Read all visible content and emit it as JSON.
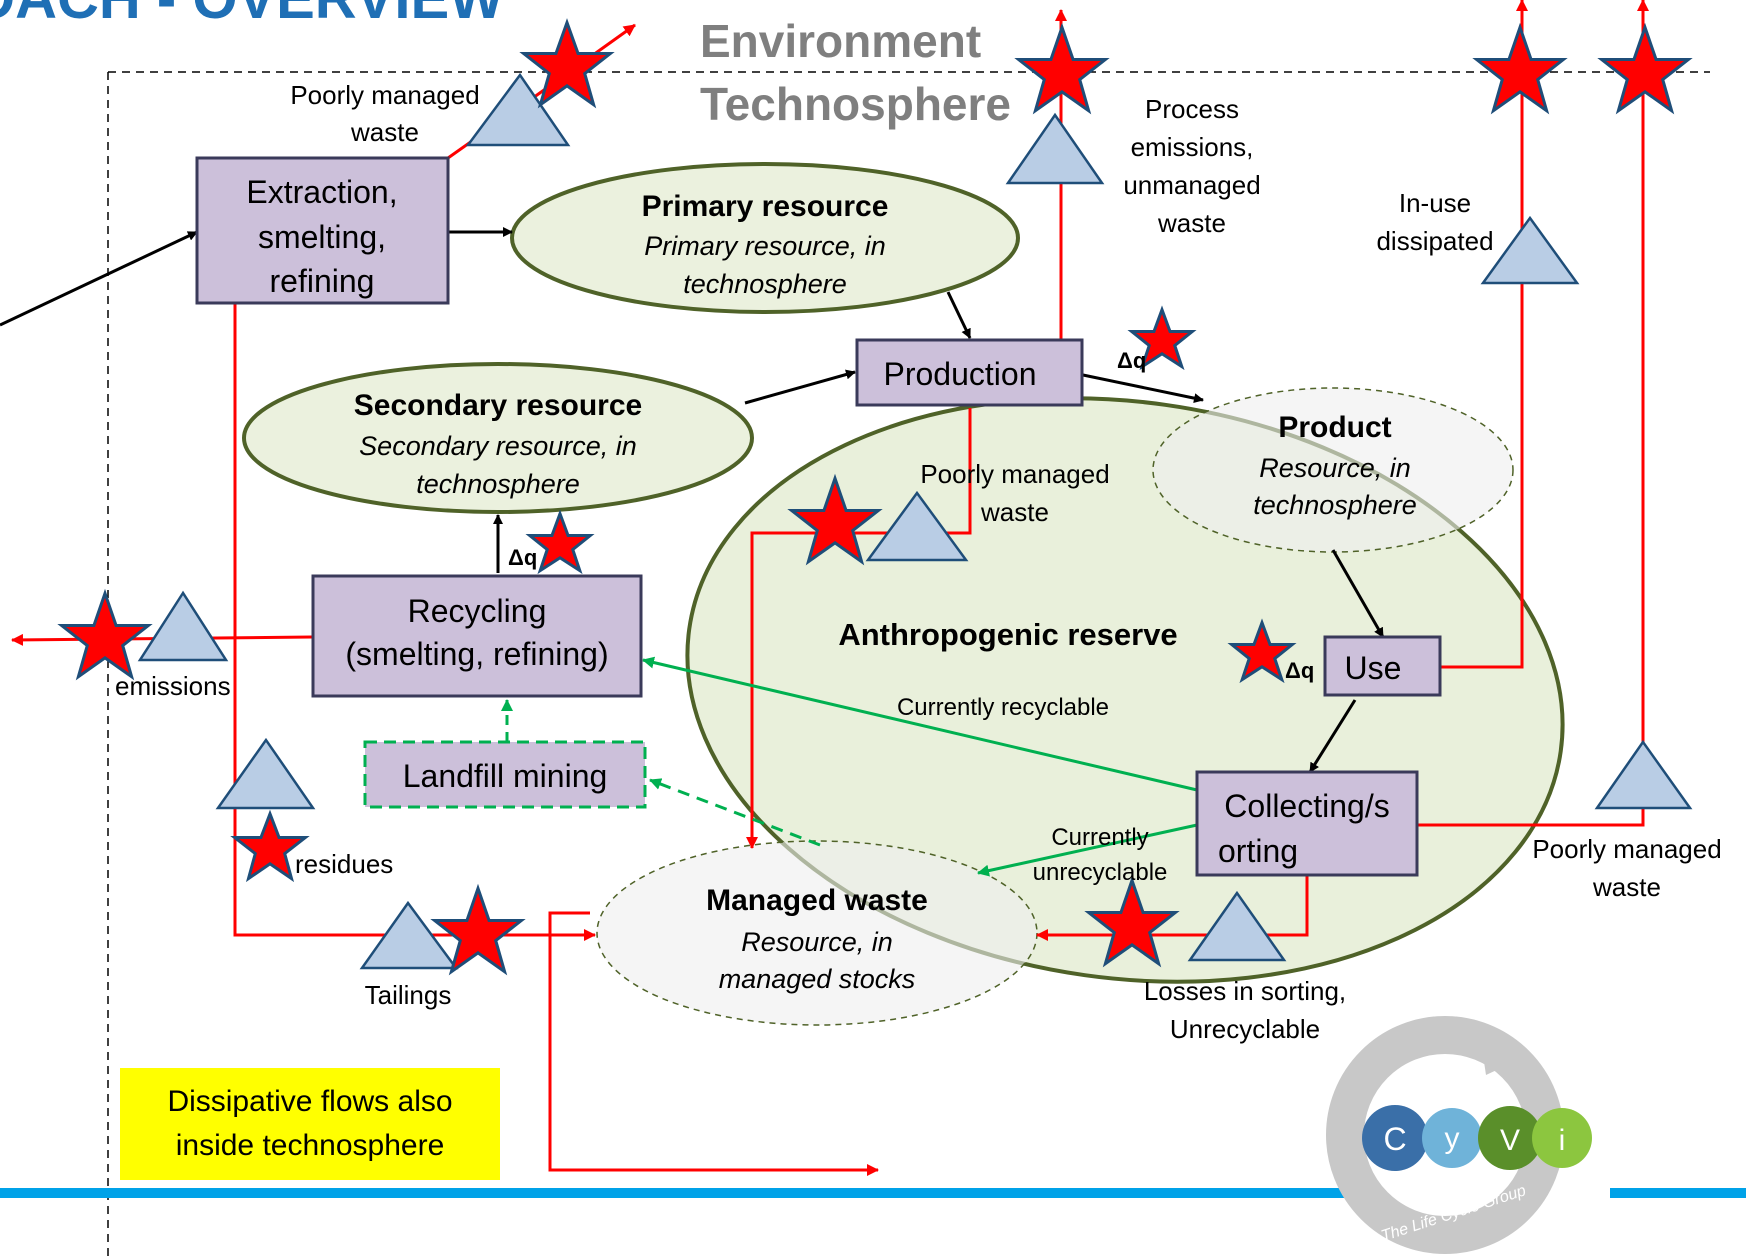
{
  "header": {
    "title": "OACH - OVERVIEW",
    "environment_label": "Environment",
    "technosphere_label": "Technosphere"
  },
  "processes": {
    "extraction": [
      "Extraction,",
      "smelting,",
      "refining"
    ],
    "production": "Production",
    "recycling": [
      "Recycling",
      "(smelting, refining)"
    ],
    "landfill_mining": "Landfill mining",
    "use": "Use",
    "collecting": [
      "Collecting/s",
      "orting"
    ]
  },
  "resources": {
    "primary": {
      "title": "Primary resource",
      "subtitle": [
        "Primary resource, in",
        "technosphere"
      ]
    },
    "secondary": {
      "title": "Secondary resource",
      "subtitle": [
        "Secondary resource, in",
        "technosphere"
      ]
    },
    "product": {
      "title": "Product",
      "subtitle": [
        "Resource, in",
        "technosphere"
      ]
    },
    "managed_waste": {
      "title": "Managed waste",
      "subtitle": [
        "Resource, in",
        "managed stocks"
      ]
    },
    "anthropogenic_reserve": "Anthropogenic reserve"
  },
  "flow_labels": {
    "poorly_managed_top": [
      "Poorly managed",
      "waste"
    ],
    "process_emissions": [
      "Process",
      "emissions,",
      "unmanaged",
      "waste"
    ],
    "in_use_dissipated": [
      "In-use",
      "dissipated"
    ],
    "poorly_managed_mid": [
      "Poorly managed",
      "waste"
    ],
    "poorly_managed_right": [
      "Poorly managed",
      "waste"
    ],
    "emissions": "emissions",
    "residues": "residues",
    "tailings": "Tailings",
    "losses": [
      "Losses in sorting,",
      "Unrecyclable"
    ],
    "currently_recyclable": "Currently recyclable",
    "currently_unrecyclable": [
      "Currently",
      "unrecyclable"
    ],
    "delta_q": "Δq"
  },
  "note": [
    "Dissipative flows also",
    "inside technosphere"
  ],
  "logo": {
    "letters": [
      "C",
      "y",
      "V",
      "i"
    ],
    "tagline": "The Life Cycle Group"
  },
  "colors": {
    "title_blue": "#1f6fb5",
    "process_fill": "#ccc0da",
    "process_stroke": "#3a3a5a",
    "resource_fill": "#ebf1de",
    "resource_stroke": "#4f6228",
    "reserve_fill": "#d7e4bd",
    "waste_fill": "#eeeeee",
    "flow_red": "#ff0000",
    "flow_green": "#00b050",
    "triangle_fill": "#b9cde5",
    "triangle_stroke": "#1f4e79",
    "star_fill": "#ff0000",
    "star_stroke": "#1f4e79",
    "note_fill": "#ffff00",
    "bottom_bar": "#00a2e8"
  }
}
